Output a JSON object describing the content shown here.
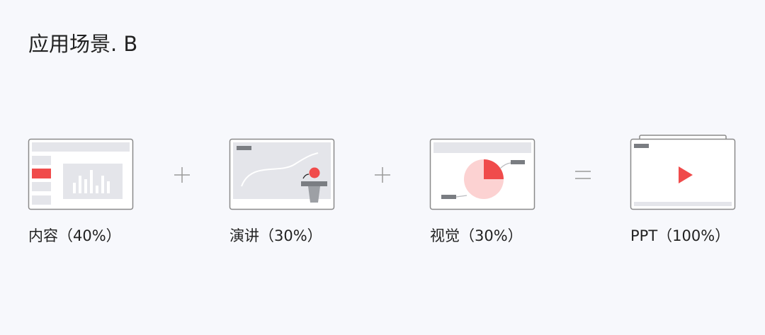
{
  "title": "应用场景. B",
  "items": [
    {
      "label": "内容（40%）",
      "icon": "content-window-icon"
    },
    {
      "label": "演讲（30%）",
      "icon": "speech-podium-icon"
    },
    {
      "label": "视觉（30%）",
      "icon": "visual-pie-icon"
    },
    {
      "label": "PPT（100%）",
      "icon": "ppt-play-icon"
    }
  ],
  "operators": [
    "+",
    "+",
    "="
  ],
  "colors": {
    "background": "#f7f8fc",
    "accent": "#f04b4b",
    "accent_light": "#fcd2d2",
    "frame_border": "#8a8a8a",
    "frame_fill": "#ffffff",
    "block_fill": "#e4e5ea",
    "dark_block": "#7a7d82",
    "operator": "#9a9a9a"
  }
}
